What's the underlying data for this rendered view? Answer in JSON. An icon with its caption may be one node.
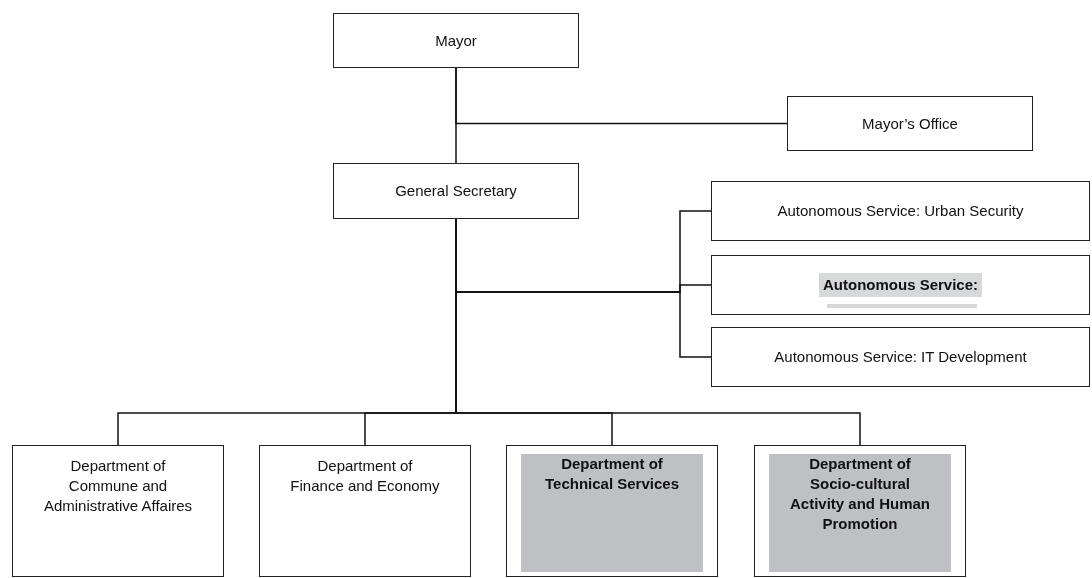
{
  "diagram": {
    "nodes": [
      {
        "text": [
          "Mayor"
        ]
      },
      {
        "text": [
          "Mayor’s Office"
        ]
      },
      {
        "text": [
          "General Secretary"
        ]
      },
      {
        "text": [
          "Autonomous Service: Urban Security"
        ]
      },
      {
        "text": [
          "Autonomous Service:"
        ]
      },
      {
        "text": [
          "Autonomous Service: IT Development"
        ]
      },
      {
        "text": [
          "Department of Commune and Administrative Affaires"
        ]
      },
      {
        "text": [
          "Department of Finance and Economy"
        ]
      },
      {
        "text": [
          "Department of Technical Services"
        ]
      },
      {
        "text": [
          "Department of Socio-cultural Activity and Human Promotion"
        ]
      }
    ],
    "edges": [
      {
        "from": 0,
        "to": 1,
        "arrow": "none"
      },
      {
        "from": 0,
        "to": 2,
        "arrow": "none"
      },
      {
        "from": 2,
        "to": 3,
        "arrow": "none"
      },
      {
        "from": 2,
        "to": 4,
        "arrow": "none"
      },
      {
        "from": 2,
        "to": 5,
        "arrow": "none"
      },
      {
        "from": 2,
        "to": 6,
        "arrow": "none"
      },
      {
        "from": 2,
        "to": 7,
        "arrow": "none"
      },
      {
        "from": 2,
        "to": 8,
        "arrow": "none"
      },
      {
        "from": 2,
        "to": 9,
        "arrow": "none"
      }
    ]
  }
}
